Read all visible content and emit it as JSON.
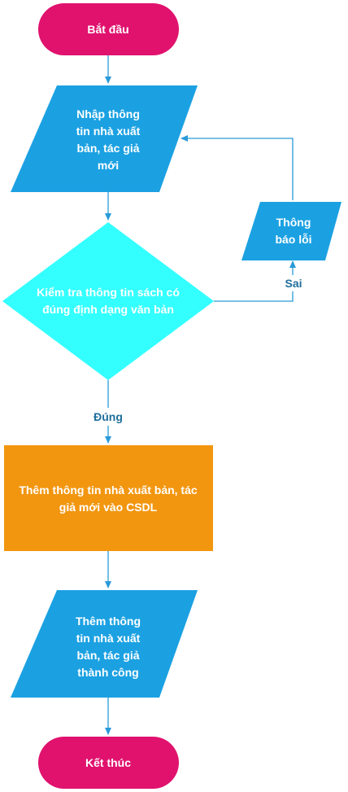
{
  "nodes": {
    "start": {
      "label": "Bắt đầu",
      "color": "#e0126e"
    },
    "input": {
      "lines": [
        "Nhập thông",
        "tin nhà xuất",
        "bản, tác giả",
        "mới"
      ],
      "color": "#1ba1e2"
    },
    "check": {
      "lines": [
        "Kiểm tra thông tin sách có",
        "đúng định dạng văn bản"
      ],
      "color": "#33ffff"
    },
    "error": {
      "lines": [
        "Thông",
        "báo lỗi"
      ],
      "color": "#1ba1e2"
    },
    "save": {
      "lines": [
        "Thêm thông tin nhà xuất bản, tác",
        "giả mới vào CSDL"
      ],
      "color": "#f2960f"
    },
    "success": {
      "lines": [
        "Thêm thông",
        "tin nhà xuất",
        "bản, tác giả",
        "thành công"
      ],
      "color": "#1ba1e2"
    },
    "end": {
      "label": "Kết thúc",
      "color": "#e0126e"
    }
  },
  "edges": {
    "no_label": "Sai",
    "yes_label": "Đúng"
  },
  "colors": {
    "connector": "#2a9ad8",
    "edge_label": "#1f6f9c"
  }
}
